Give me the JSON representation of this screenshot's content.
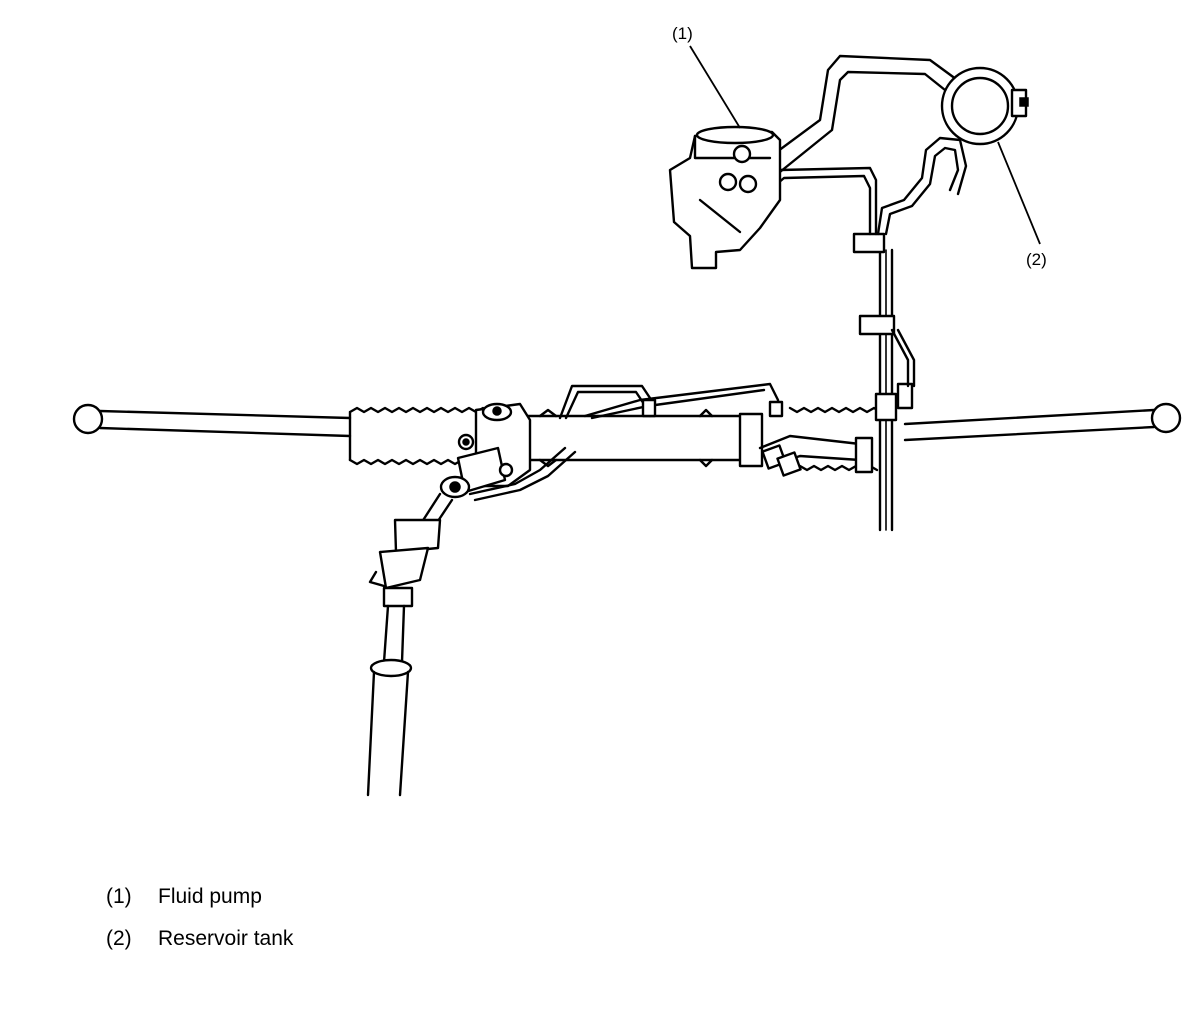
{
  "callouts": {
    "pump_ref": "(1)",
    "tank_ref": "(2)"
  },
  "legend": [
    {
      "number": "(1)",
      "label": "Fluid pump"
    },
    {
      "number": "(2)",
      "label": "Reservoir tank"
    }
  ]
}
